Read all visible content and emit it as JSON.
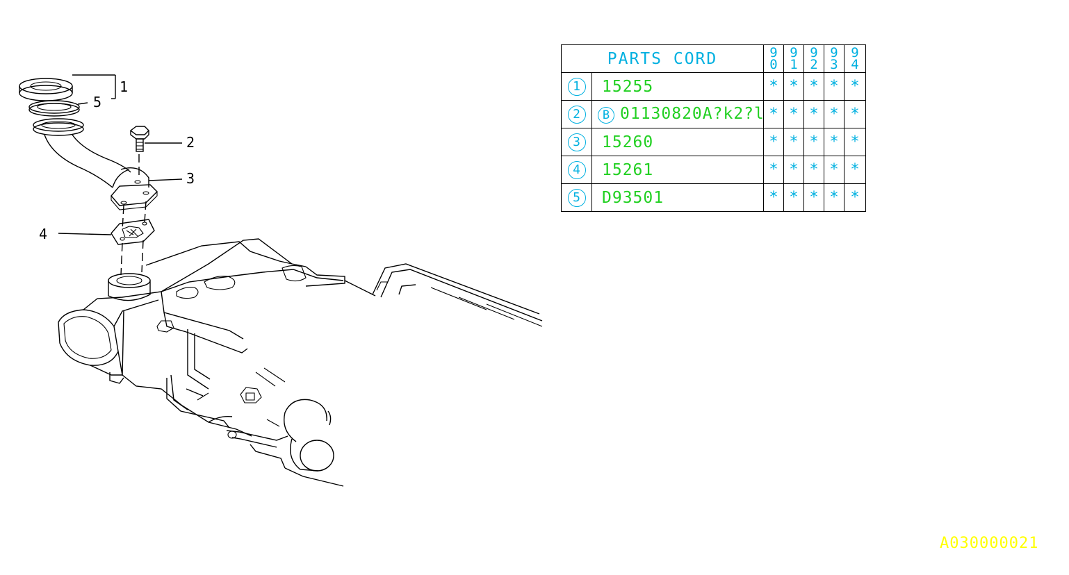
{
  "callouts": [
    "1",
    "5",
    "2",
    "3",
    "4"
  ],
  "table": {
    "header_title": "PARTS CORD",
    "years": [
      {
        "top": "9",
        "bottom": "0"
      },
      {
        "top": "9",
        "bottom": "1"
      },
      {
        "top": "9",
        "bottom": "2"
      },
      {
        "top": "9",
        "bottom": "3"
      },
      {
        "top": "9",
        "bottom": "4"
      }
    ],
    "rows": [
      {
        "num": "1",
        "prefix": "",
        "code": "15255",
        "marks": [
          "*",
          "*",
          "*",
          "*",
          "*"
        ]
      },
      {
        "num": "2",
        "prefix": "B",
        "code": "01130820A?k2?l",
        "marks": [
          "*",
          "*",
          "*",
          "*",
          "*"
        ]
      },
      {
        "num": "3",
        "prefix": "",
        "code": "15260",
        "marks": [
          "*",
          "*",
          "*",
          "*",
          "*"
        ]
      },
      {
        "num": "4",
        "prefix": "",
        "code": "15261",
        "marks": [
          "*",
          "*",
          "*",
          "*",
          "*"
        ]
      },
      {
        "num": "5",
        "prefix": "",
        "code": "D93501",
        "marks": [
          "*",
          "*",
          "*",
          "*",
          "*"
        ]
      }
    ]
  },
  "reference_code": "A030000021",
  "colors": {
    "line": "#000000",
    "table_cyan": "#00b0e0",
    "table_green": "#22d022",
    "ref_yellow": "#ffff00"
  }
}
